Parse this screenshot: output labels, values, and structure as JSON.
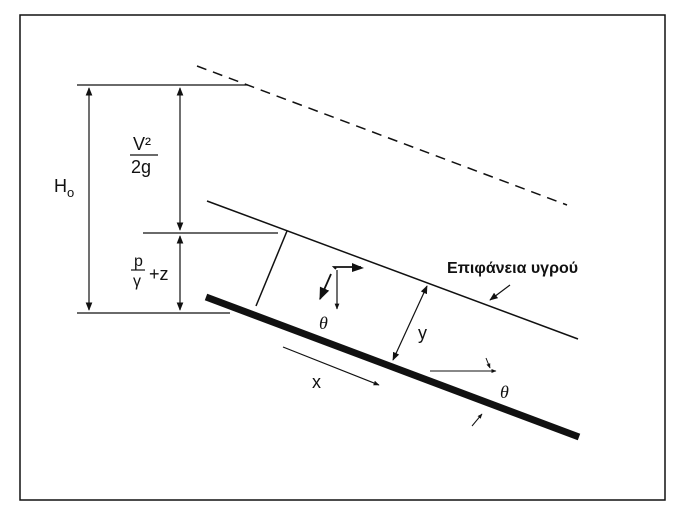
{
  "labels": {
    "H": "H",
    "H_subscript": "o",
    "velocity_numerator": "V²",
    "velocity_denominator": "2g",
    "pressure_numerator": "p",
    "pressure_denominator": "γ",
    "pressure_suffix": "+z",
    "surface_label": "Επιφάνεια υγρού",
    "depth_label": "y",
    "distance_label": "x",
    "angle_upper": "θ",
    "angle_lower": "θ"
  },
  "colors": {
    "ink": "#111111",
    "background": "#ffffff"
  }
}
